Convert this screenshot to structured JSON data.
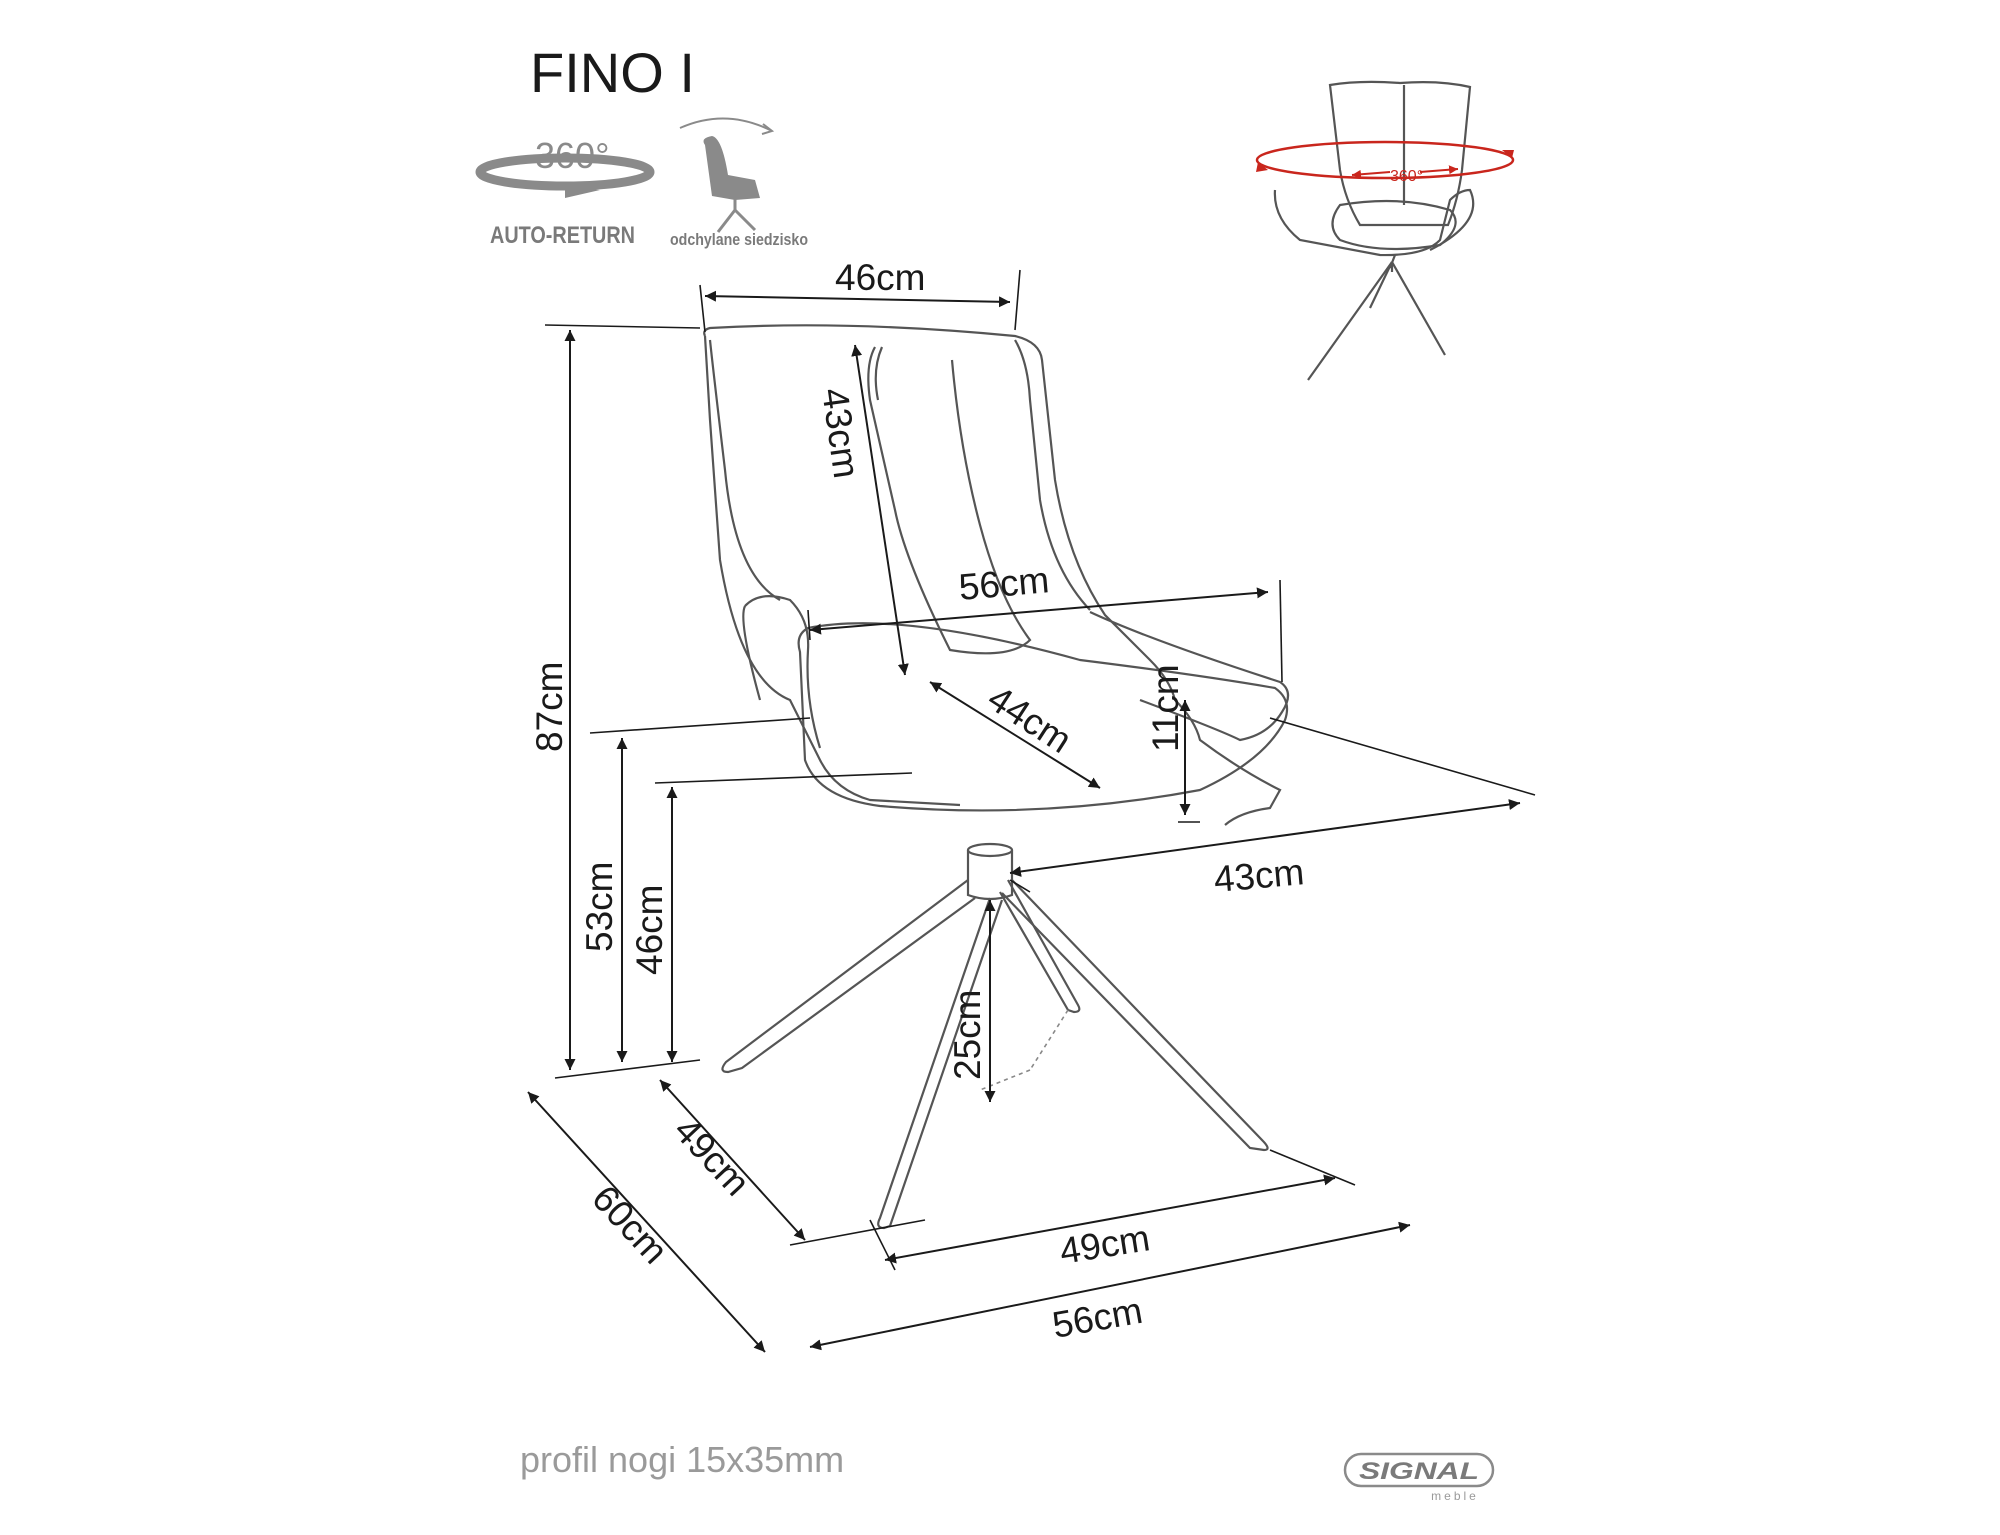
{
  "title": "FINO I",
  "badges": {
    "rotation_value": "360°",
    "rotation_label": "AUTO-RETURN",
    "tilt_label": "odchylane siedzisko"
  },
  "preview": {
    "rotation_value": "360°"
  },
  "dimensions": {
    "back_top_width": "46cm",
    "back_height": "43cm",
    "arm_width": "56cm",
    "seat_width": "44cm",
    "armrest_height": "11cm",
    "seat_depth": "43cm",
    "total_height": "87cm",
    "armrest_floor_height": "53cm",
    "seat_height": "46cm",
    "foot_clearance": "25cm",
    "base_depth": "49cm",
    "total_depth": "60cm",
    "base_width": "49cm",
    "total_width": "56cm"
  },
  "footer": {
    "leg_profile": "profil nogi 15x35mm",
    "brand": "SIGNAL",
    "brand_sub": "meble"
  },
  "colors": {
    "line": "#1a1a1a",
    "accent": "#c9261d",
    "muted": "#8a8a8a"
  }
}
